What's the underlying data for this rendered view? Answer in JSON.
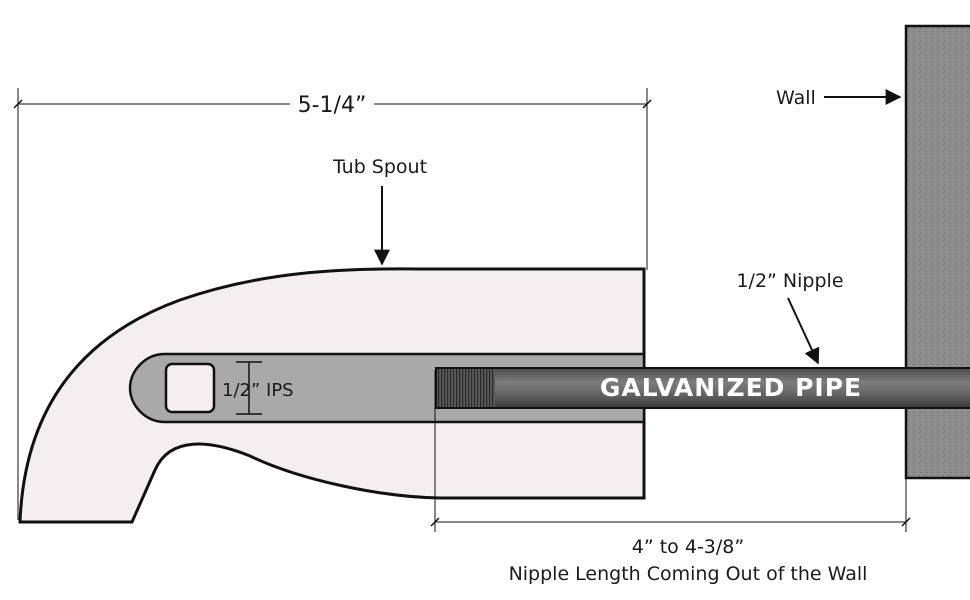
{
  "labels": {
    "overall_dim": "5-1/4”",
    "tub_spout": "Tub Spout",
    "wall": "Wall",
    "nipple": "1/2” Nipple",
    "ips": "1/2” IPS",
    "pipe": "GALVANIZED PIPE",
    "nipple_dim": "4” to 4-3/8”",
    "nipple_caption": "Nipple Length Coming Out of the Wall"
  },
  "colors": {
    "spout_fill": "#f3eff0",
    "bore_fill": "#a9a9a9",
    "pipe_fill": "#6e6e6e",
    "wall_fill": "#8a8a8a",
    "outline": "#111111"
  }
}
